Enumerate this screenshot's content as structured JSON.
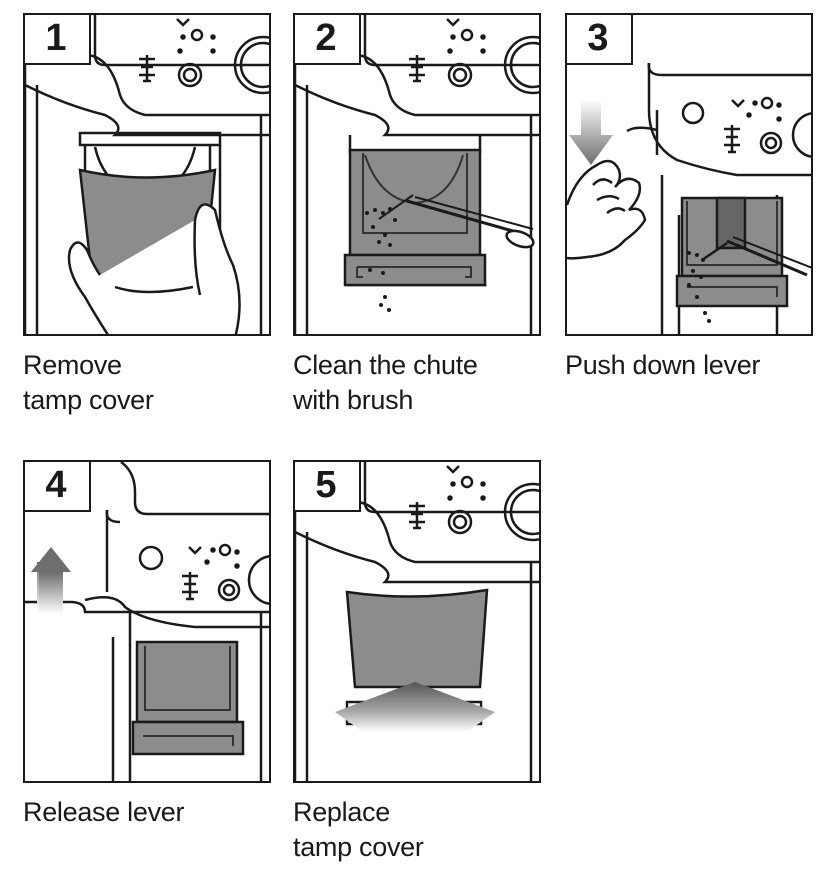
{
  "steps": [
    {
      "number": "1",
      "caption": [
        "Remove",
        "tamp cover"
      ],
      "icon": "remove-tamp-cover-illustration"
    },
    {
      "number": "2",
      "caption": [
        "Clean the chute",
        "with brush"
      ],
      "icon": "brush-cleaning-illustration"
    },
    {
      "number": "3",
      "caption": [
        "Push down lever"
      ],
      "icon": "push-lever-illustration"
    },
    {
      "number": "4",
      "caption": [
        "Release lever"
      ],
      "icon": "release-lever-illustration"
    },
    {
      "number": "5",
      "caption": [
        "Replace",
        "tamp cover"
      ],
      "icon": "replace-tamp-cover-illustration"
    }
  ],
  "colors": {
    "ink": "#1a1a1a",
    "grey": "#8c8c8c",
    "dark_grey": "#777777",
    "paper": "#ffffff"
  }
}
